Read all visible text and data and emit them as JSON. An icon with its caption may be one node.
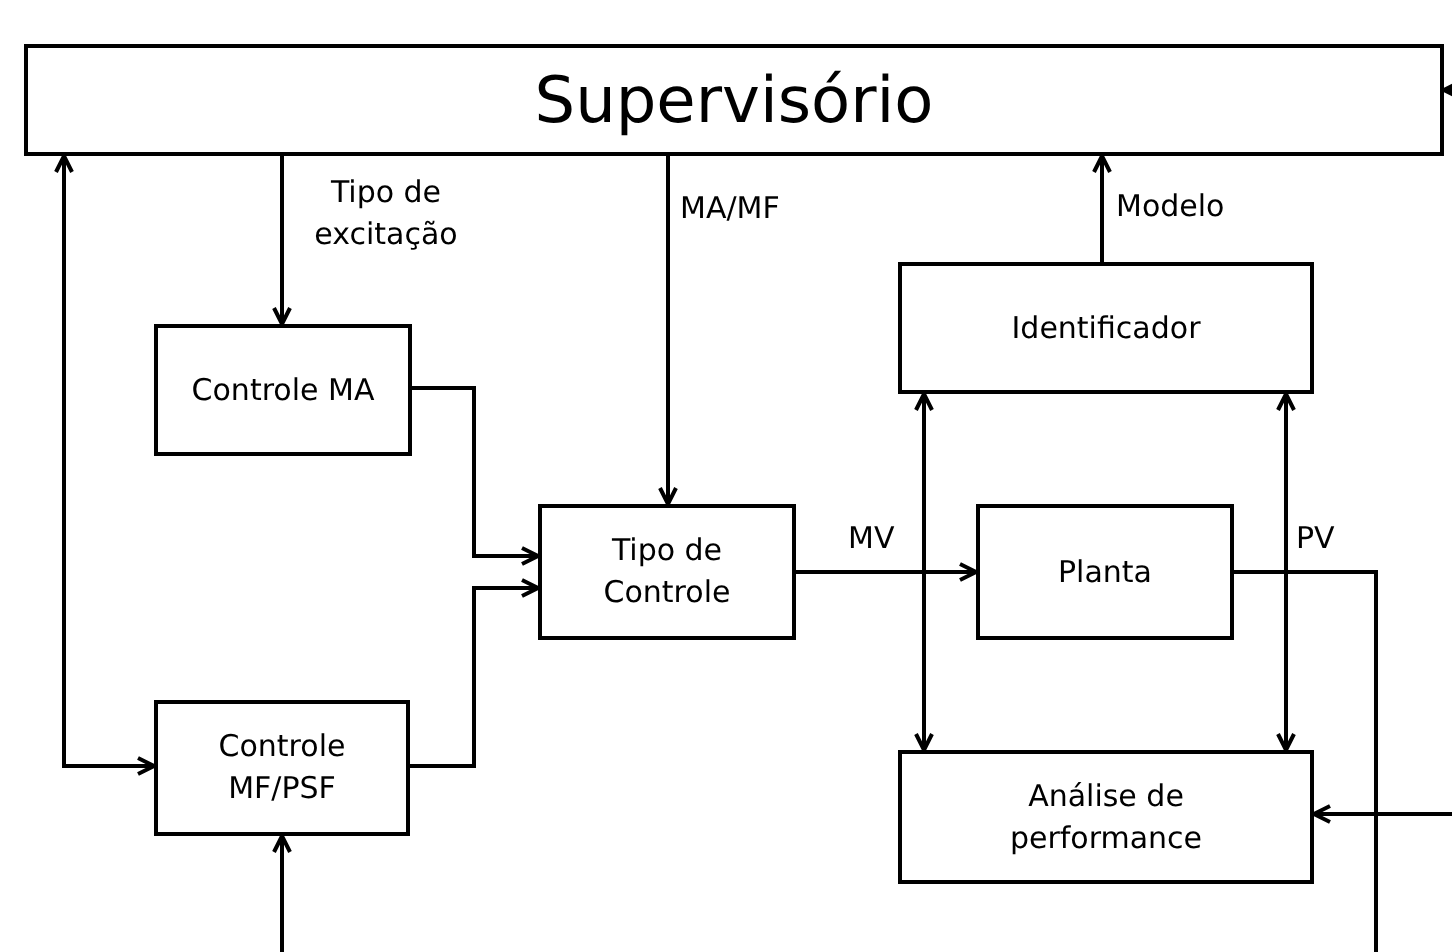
{
  "diagram": {
    "nodes": [
      {
        "text": [
          "Supervisório"
        ]
      },
      {
        "text": [
          "Controle MA"
        ]
      },
      {
        "text": [
          "Controle MF/PSF"
        ]
      },
      {
        "text": [
          "Tipo de Controle"
        ]
      },
      {
        "text": [
          "Identificador"
        ]
      },
      {
        "text": [
          "Planta"
        ]
      },
      {
        "text": [
          "Análise de performance"
        ]
      }
    ],
    "edges": [
      {
        "from": 0,
        "to": 1,
        "arrow": "to",
        "label": "Tipo de excitação"
      },
      {
        "from": 0,
        "to": 3,
        "arrow": "to",
        "label": "MA/MF"
      },
      {
        "from": 4,
        "to": 0,
        "arrow": "to",
        "label": "Modelo"
      },
      {
        "from": 0,
        "to": 2,
        "arrow": "both"
      },
      {
        "from": 1,
        "to": 3,
        "arrow": "to"
      },
      {
        "from": 2,
        "to": 3,
        "arrow": "to"
      },
      {
        "from": 3,
        "to": 5,
        "arrow": "to",
        "label": "MV"
      },
      {
        "from": 4,
        "to": 6,
        "arrow": "both"
      },
      {
        "from": 4,
        "to": 6,
        "arrow": "both"
      },
      {
        "from": 5,
        "to": null,
        "arrow": "none",
        "label": "PV"
      },
      {
        "from": null,
        "to": 6,
        "arrow": "to"
      },
      {
        "from": null,
        "to": 2,
        "arrow": "to"
      },
      {
        "from": null,
        "to": 0,
        "arrow": "to"
      }
    ]
  }
}
